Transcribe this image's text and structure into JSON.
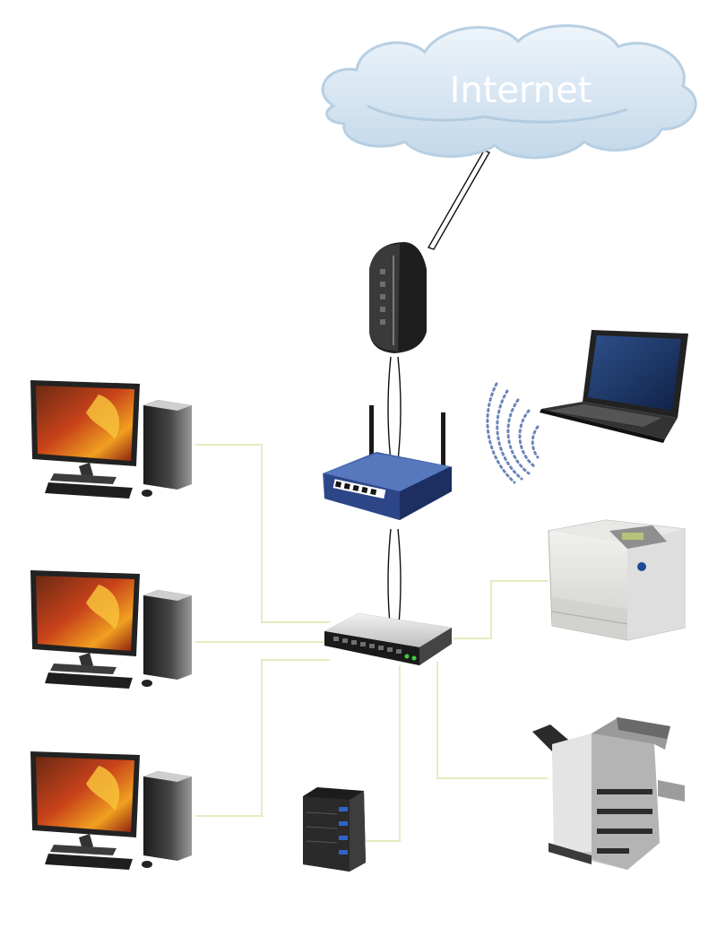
{
  "diagram": {
    "cloud_label": "Internet",
    "nodes": [
      {
        "id": "internet",
        "icon": "cloud-icon"
      },
      {
        "id": "modem",
        "icon": "cable-modem-icon"
      },
      {
        "id": "router",
        "icon": "wireless-router-icon"
      },
      {
        "id": "switch",
        "icon": "network-switch-icon"
      },
      {
        "id": "laptop",
        "icon": "laptop-icon"
      },
      {
        "id": "printer",
        "icon": "laser-printer-icon"
      },
      {
        "id": "copier",
        "icon": "multifunction-copier-icon"
      },
      {
        "id": "server",
        "icon": "server-icon"
      },
      {
        "id": "pc1",
        "icon": "desktop-computer-icon"
      },
      {
        "id": "pc2",
        "icon": "desktop-computer-icon"
      },
      {
        "id": "pc3",
        "icon": "desktop-computer-icon"
      }
    ],
    "links": [
      {
        "from": "internet",
        "to": "modem",
        "kind": "uplink"
      },
      {
        "from": "modem",
        "to": "router",
        "kind": "uplink"
      },
      {
        "from": "router",
        "to": "switch",
        "kind": "uplink"
      },
      {
        "from": "router",
        "to": "laptop",
        "kind": "wireless"
      },
      {
        "from": "switch",
        "to": "pc1",
        "kind": "ethernet"
      },
      {
        "from": "switch",
        "to": "pc2",
        "kind": "ethernet"
      },
      {
        "from": "switch",
        "to": "pc3",
        "kind": "ethernet"
      },
      {
        "from": "switch",
        "to": "printer",
        "kind": "ethernet"
      },
      {
        "from": "switch",
        "to": "copier",
        "kind": "ethernet"
      },
      {
        "from": "switch",
        "to": "server",
        "kind": "ethernet"
      }
    ],
    "colors": {
      "cloud_fill": "#d6e6f3",
      "cloud_stroke": "#b7cfe2",
      "ethernet_cable": "#d9dc9a",
      "router_blue": "#3d5fa8",
      "screen_red": "#b8201a",
      "screen_orange": "#e88a1a"
    }
  }
}
